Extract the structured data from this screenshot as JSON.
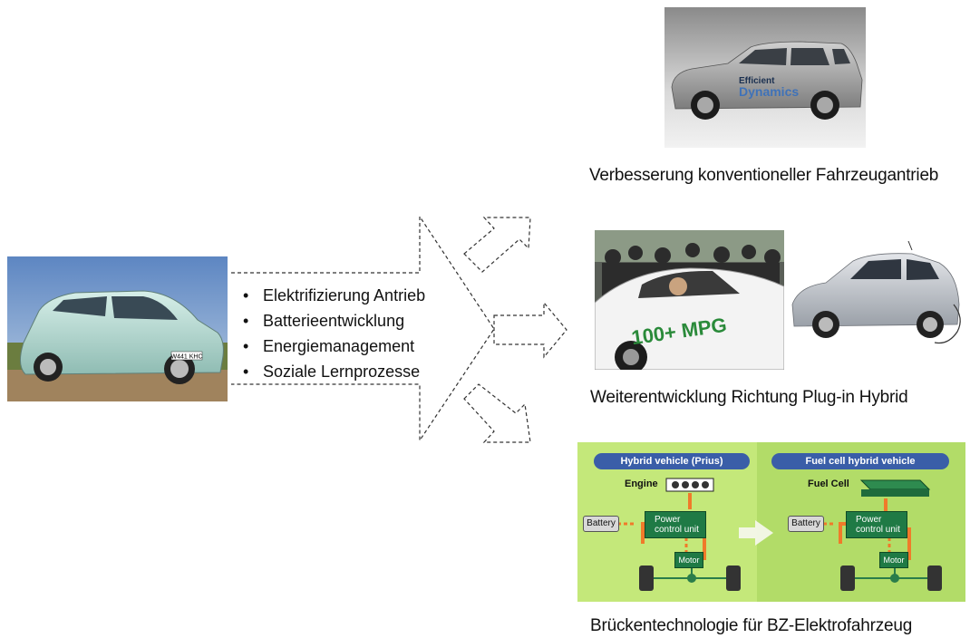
{
  "bullets": [
    "Elektrifizierung Antrieb",
    "Batterieentwicklung",
    "Energiemanagement",
    "Soziale Lernprozesse"
  ],
  "captions": {
    "top": "Verbesserung konventioneller Fahrzeugantrieb",
    "middle": "Weiterentwicklung Richtung Plug-in Hybrid",
    "bottom": "Brückentechnologie für BZ-Elektrofahrzeug"
  },
  "photos": {
    "bmw_logo_top": "Efficient",
    "bmw_logo_bottom": "Dynamics",
    "plate": "W441 KHC",
    "mpg_text": "100+ MPG"
  },
  "fuelcell_diagram": {
    "left_header": "Hybrid vehicle (Prius)",
    "right_header": "Fuel cell hybrid vehicle",
    "engine_label": "Engine",
    "fuelcell_label": "Fuel Cell",
    "battery_label": "Battery",
    "pcu_label_1": "Power",
    "pcu_label_2": "control unit",
    "motor_label": "Motor"
  },
  "colors": {
    "diagram_bg_left": "#c4e87a",
    "diagram_bg_right": "#b8e070",
    "header_blue": "#3a5ea8",
    "component_green": "#1f7a45",
    "flow_orange": "#f07a2a"
  }
}
